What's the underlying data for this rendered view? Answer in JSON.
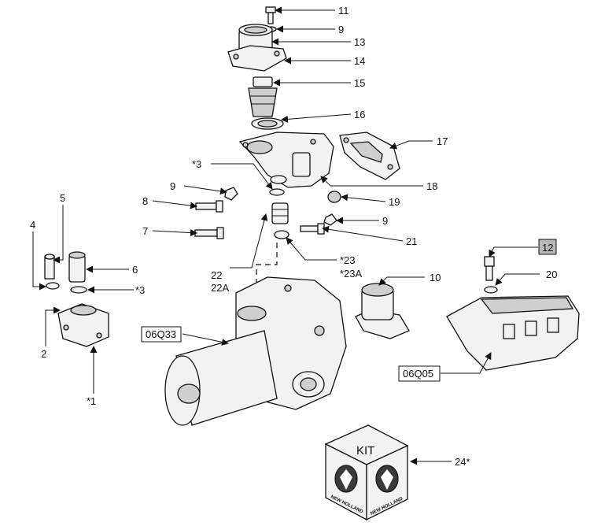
{
  "callouts": {
    "c11": "11",
    "c9a": "9",
    "c13": "13",
    "c14": "14",
    "c15": "15",
    "c16": "16",
    "c17": "17",
    "c18": "18",
    "c3a": "*3",
    "c9b": "9",
    "c8": "8",
    "c19": "19",
    "c9c": "9",
    "c7": "7",
    "c21": "21",
    "c22": "22",
    "c22A": "22A",
    "c23": "*23",
    "c23A": "*23A",
    "c5": "5",
    "c4": "4",
    "c6": "6",
    "c3b": "*3",
    "c2": "2",
    "c1": "*1",
    "c10": "10",
    "c12": "12",
    "c20": "20",
    "c24": "24*"
  },
  "references": {
    "pump": "06Q33",
    "head": "06Q05"
  },
  "kit": {
    "label": "KIT",
    "brand_left": "NEW HOLLAND",
    "brand_right": "NEW HOLLAND"
  },
  "colors": {
    "highlight_box": "#b8b8b8",
    "line": "#111111"
  }
}
